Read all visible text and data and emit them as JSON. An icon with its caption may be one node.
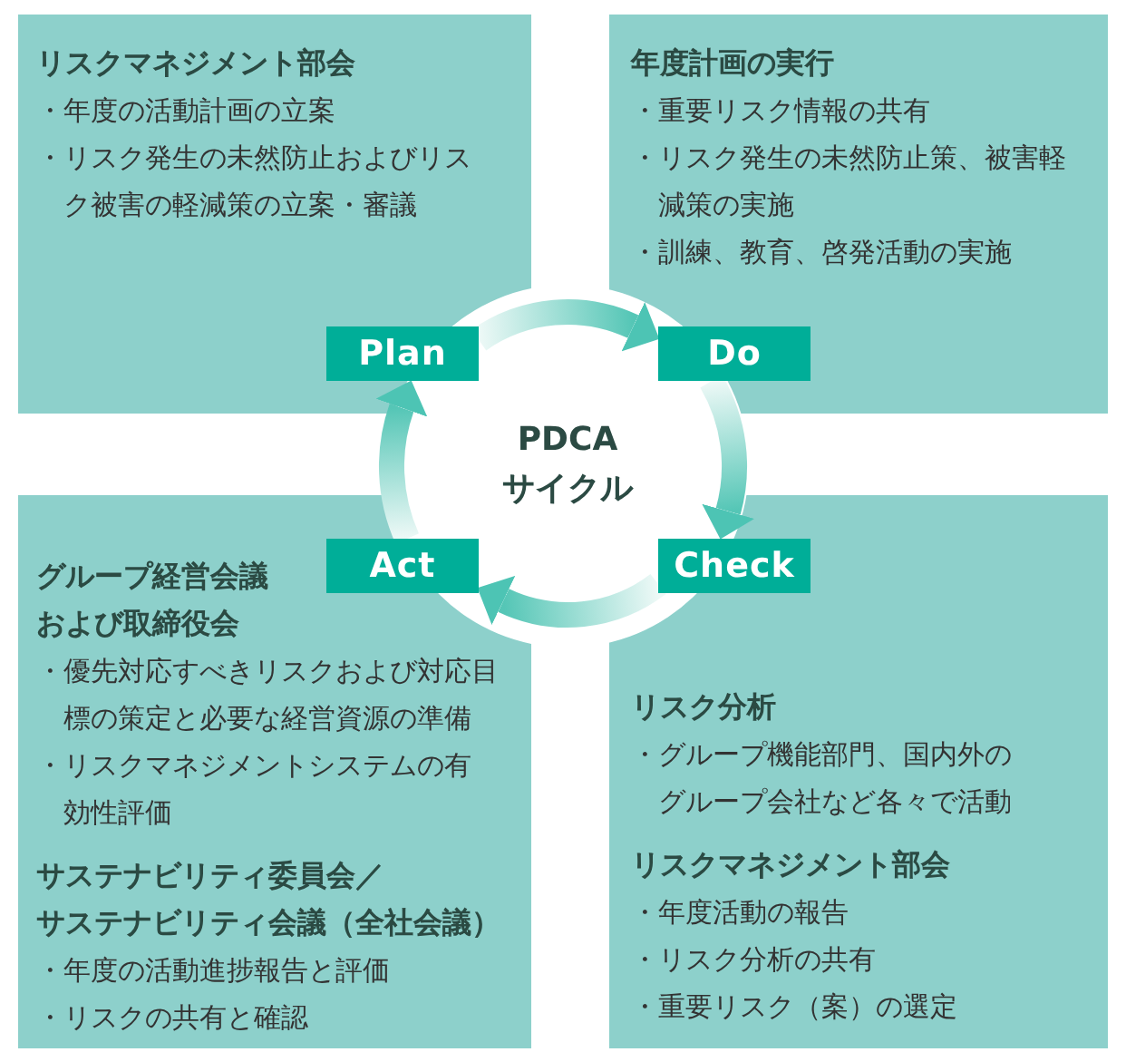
{
  "diagram": {
    "nodes": [
      {
        "text": [
          "リスクマネジメント部会",
          "・年度の活動計画の立案",
          "・リスク発生の未然防止およびリスク被害の軽減策の立案・審議"
        ]
      },
      {
        "text": [
          "年度計画の実行",
          "・重要リスク情報の共有",
          "・リスク発生の未然防止策、被害軽減策の実施",
          "・訓練、教育、啓発活動の実施"
        ]
      },
      {
        "text": [
          "グループ経営会議および取締役会",
          "・優先対応すべきリスクおよび対応目標の策定と必要な経営資源の準備",
          "・リスクマネジメントシステムの有効性評価",
          "サステナビリティ委員会／サステナビリティ会議（全社会議）",
          "・年度の活動進捗報告と評価",
          "・リスクの共有と確認"
        ]
      },
      {
        "text": [
          "リスク分析",
          "・グループ機能部門、国内外のグループ会社など各々で活動",
          "リスクマネジメント部会",
          "・年度活動の報告",
          "・リスク分析の共有",
          "・重要リスク（案）の選定"
        ]
      },
      {
        "text": [
          "Plan"
        ],
        "in": 0
      },
      {
        "text": [
          "Do"
        ],
        "in": 1
      },
      {
        "text": [
          "Check"
        ],
        "in": 3
      },
      {
        "text": [
          "Act"
        ],
        "in": 2
      },
      {
        "text": [
          "PDCA サイクル"
        ]
      }
    ],
    "edges": [
      {
        "from": 4,
        "to": 5,
        "arrow": "to"
      },
      {
        "from": 5,
        "to": 6,
        "arrow": "to"
      },
      {
        "from": 6,
        "to": 7,
        "arrow": "to"
      },
      {
        "from": 7,
        "to": 4,
        "arrow": "to"
      }
    ]
  }
}
